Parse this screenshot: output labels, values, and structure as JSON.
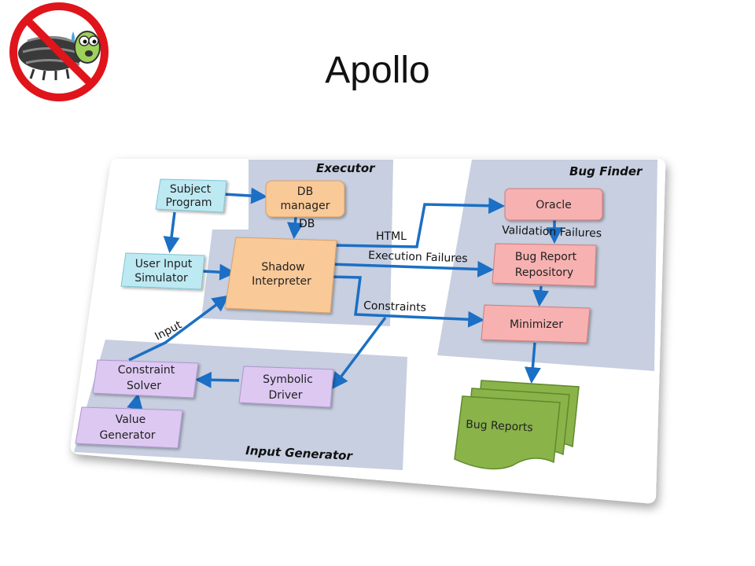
{
  "slide": {
    "title": "Apollo"
  },
  "logo": {
    "icon": "no-bugs-icon"
  },
  "colors": {
    "panel": "#c7cfe0",
    "cyan": "#bde9f2",
    "orange": "#f9c997",
    "pink": "#f7b1b1",
    "purple": "#ddc8f2",
    "green": "#8ab34a",
    "arrow": "#1b6fc4",
    "no_sign": "#e0141b"
  },
  "diagram": {
    "panels": {
      "executor": "Executor",
      "bug_finder": "Bug Finder",
      "input_generator": "Input Generator"
    },
    "boxes": {
      "subject_program": [
        "Subject",
        "Program"
      ],
      "user_input_simulator": [
        "User Input",
        "Simulator"
      ],
      "db_manager": [
        "DB",
        "manager"
      ],
      "shadow_interpreter": [
        "Shadow",
        "Interpreter"
      ],
      "oracle": [
        "Oracle"
      ],
      "bug_report_repository": [
        "Bug Report",
        "Repository"
      ],
      "minimizer": [
        "Minimizer"
      ],
      "constraint_solver": [
        "Constraint",
        "Solver"
      ],
      "symbolic_driver": [
        "Symbolic",
        "Driver"
      ],
      "value_generator": [
        "Value",
        "Generator"
      ],
      "bug_reports": "Bug Reports"
    },
    "edge_labels": {
      "db": "DB",
      "html": "HTML",
      "execution_failures": "Execution Failures",
      "validation_failures": "Validation Failures",
      "constraints": "Constraints",
      "input": "Input"
    }
  }
}
